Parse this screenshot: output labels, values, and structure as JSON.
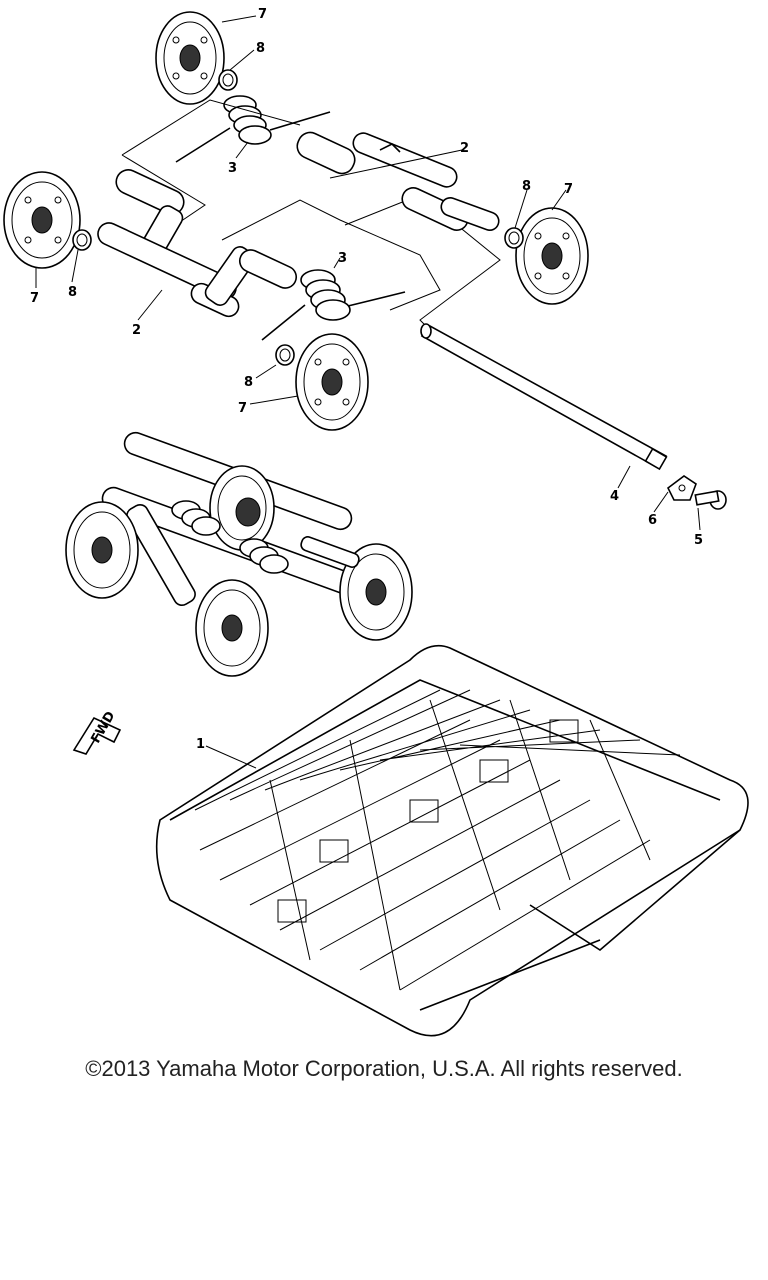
{
  "callouts": {
    "c1": "1",
    "c2a": "2",
    "c2b": "2",
    "c3a": "3",
    "c3b": "3",
    "c4": "4",
    "c5": "5",
    "c6": "6",
    "c7a": "7",
    "c7b": "7",
    "c7c": "7",
    "c7d": "7",
    "c8a": "8",
    "c8b": "8",
    "c8c": "8",
    "c8d": "8"
  },
  "direction_arrow": {
    "label": "FWD"
  },
  "copyright": "©2013 Yamaha Motor Corporation, U.S.A. All rights reserved."
}
